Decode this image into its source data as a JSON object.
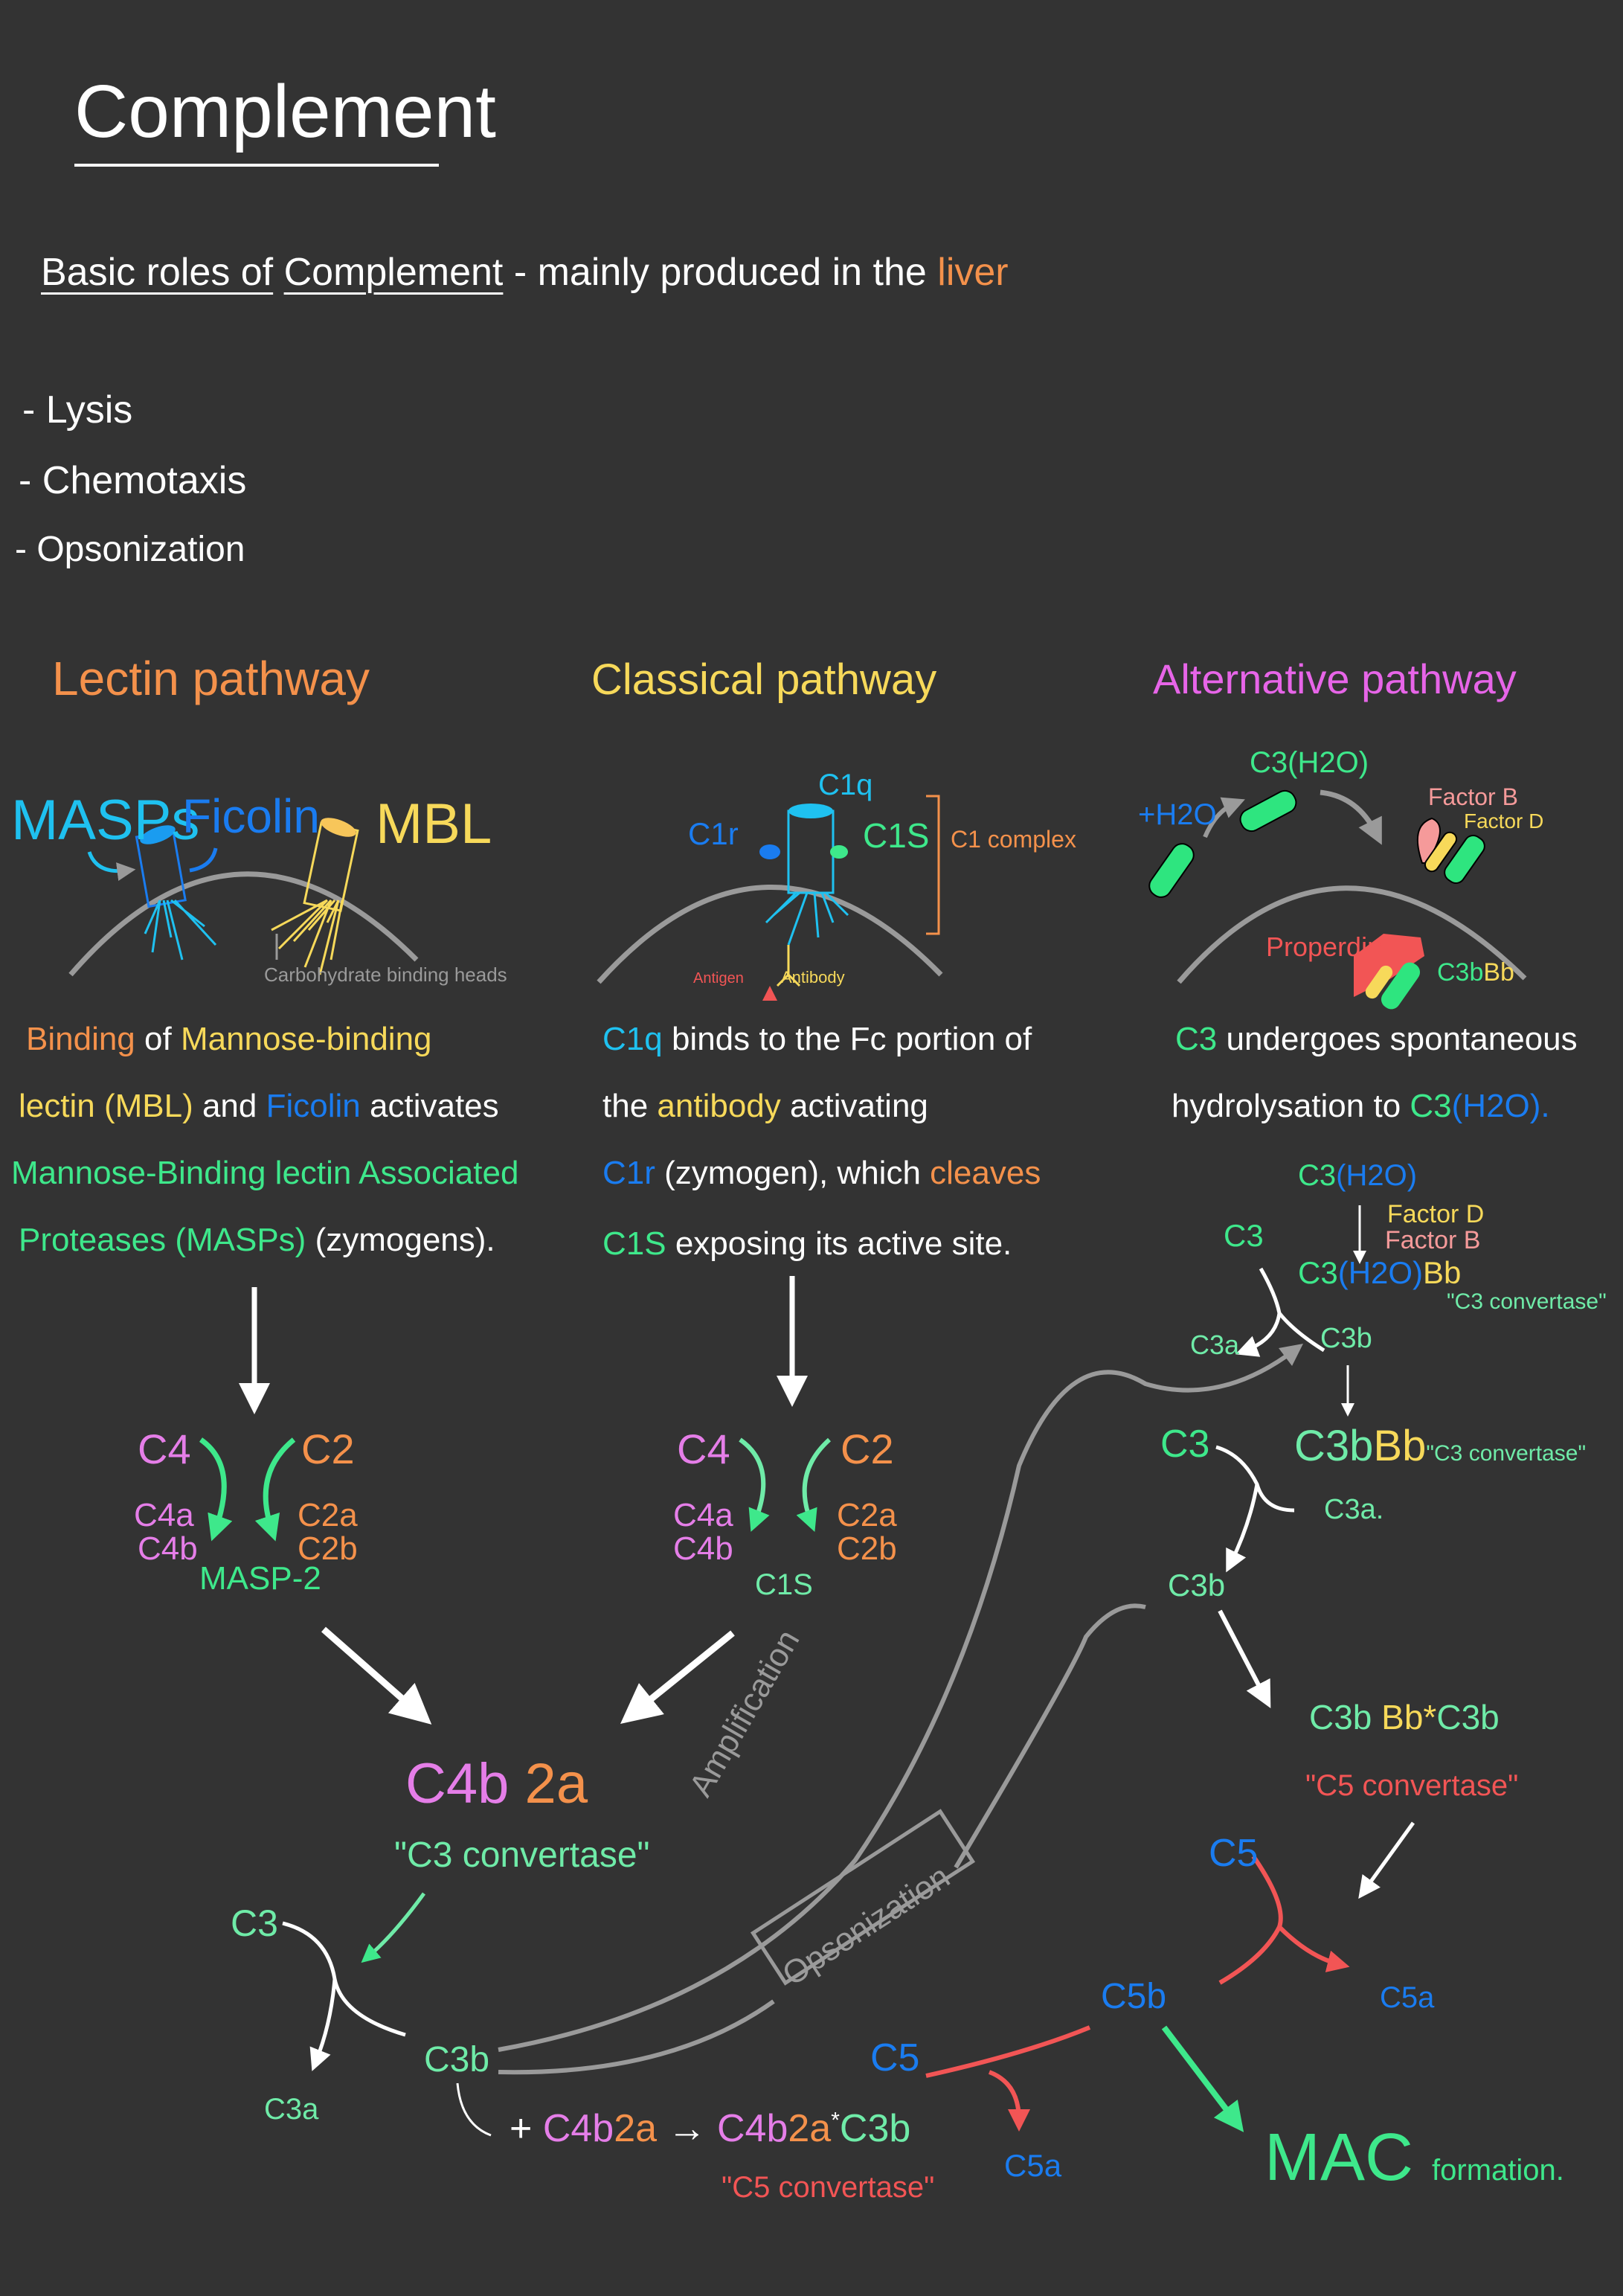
{
  "title": "Complement",
  "intro": {
    "a": "Basic roles of",
    "b": "Complement",
    "c": "- mainly produced in the",
    "d": "liver"
  },
  "roles": [
    "- Lysis",
    "- Chemotaxis",
    "- Opsonization"
  ],
  "lectin": {
    "heading": "Lectin pathway",
    "labels": {
      "masps": "MASPs",
      "ficolin": "Ficolin",
      "mbl": "MBL",
      "carb": "Carbohydrate binding heads"
    },
    "para": {
      "l1a": "Binding",
      "l1b": "of",
      "l1c": "Mannose-binding",
      "l2a": "lectin (MBL)",
      "l2b": "and",
      "l2c": "Ficolin",
      "l2d": "activates",
      "l3": "Mannose-Binding lectin Associated",
      "l4a": "Proteases (MASPs)",
      "l4b": "(zymogens)."
    },
    "flow": {
      "c4": "C4",
      "c2": "C2",
      "c4a": "C4a",
      "c4b": "C4b",
      "c2a": "C2a",
      "c2b": "C2b",
      "enzyme": "MASP-2"
    }
  },
  "classical": {
    "heading": "Classical pathway",
    "labels": {
      "c1q": "C1q",
      "c1r": "C1r",
      "c1s": "C1S",
      "complex": "C1 complex",
      "antigen": "Antigen",
      "antibody": "Antibody"
    },
    "para": {
      "l1a": "C1q",
      "l1b": "binds to the Fc portion of",
      "l2a": "the",
      "l2b": "antibody",
      "l2c": "activating",
      "l3a": "C1r",
      "l3b": "(zymogen), which",
      "l3c": "cleaves",
      "l4a": "C1S",
      "l4b": "exposing its active site."
    },
    "flow": {
      "c4": "C4",
      "c2": "C2",
      "c4a": "C4a",
      "c4b": "C4b",
      "c2a": "C2a",
      "c2b": "C2b",
      "enzyme": "C1S"
    }
  },
  "alternative": {
    "heading": "Alternative pathway",
    "labels": {
      "h2o": "+H2O",
      "c3h2o": "C3(H2O)",
      "factor_b": "Factor B",
      "factor_d": "Factor D",
      "properdin": "Properdin",
      "c3bbb_a": "C3b",
      "c3bbb_b": "Bb"
    },
    "para": {
      "l1a": "C3",
      "l1b": "undergoes spontaneous",
      "l2a": "hydrolysation to",
      "l2b": "C3",
      "l2c": "(H2O)."
    },
    "flow": {
      "c3h2o_a": "C3",
      "c3h2o_b": "(H2O)",
      "factor_d": "Factor D",
      "factor_b": "Factor B",
      "c3": "C3",
      "c3h2obb_a": "C3",
      "c3h2obb_b": "(H2O)",
      "c3h2obb_c": "Bb",
      "conv1": "\"C3 convertase\"",
      "c3a": "C3a",
      "c3b": "C3b",
      "c3bbb_a": "C3b",
      "c3bbb_b": "Bb",
      "conv2": "\"C3 convertase\"",
      "c3_2": "C3",
      "c3a_2": "C3a.",
      "c3b_2": "C3b",
      "c5conv_a": "C3b",
      "c5conv_b": "Bb*",
      "c5conv_c": "C3b",
      "c5conv_label": "\"C5 convertase\"",
      "c5": "C5",
      "c5a": "C5a",
      "c5b": "C5b",
      "mac_a": "MAC",
      "mac_b": "formation."
    }
  },
  "common": {
    "c4b2a_a": "C4b",
    "c4b2a_b": "2a",
    "conv": "\"C3 convertase\"",
    "c3": "C3",
    "c3a": "C3a",
    "c3b": "C3b",
    "plus": "+",
    "eq_a": "C4b",
    "eq_b": "2a",
    "arrow": "→",
    "eq_c": "C4b",
    "eq_d": "2a",
    "star": "*",
    "eq_e": "C3b",
    "c5conv": "\"C5 convertase\"",
    "c5": "C5",
    "c5a": "C5a",
    "amplification": "Amplification",
    "opsonization": "Opsonization"
  }
}
